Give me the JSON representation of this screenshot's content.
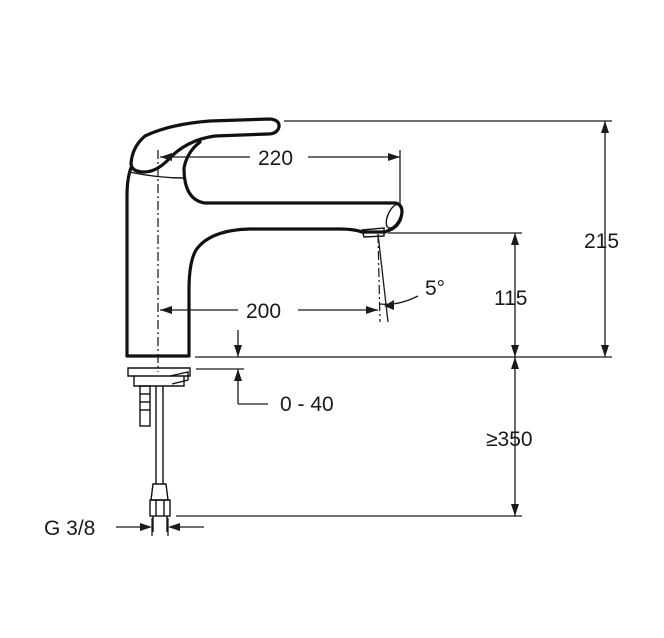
{
  "dimensions": {
    "spout_reach_top": "220",
    "spout_reach_bottom": "200",
    "angle": "5°",
    "outlet_height": "115",
    "total_height": "215",
    "deck_thickness": "0 - 40",
    "hose_length": "≥350",
    "connection": "G 3/8"
  }
}
